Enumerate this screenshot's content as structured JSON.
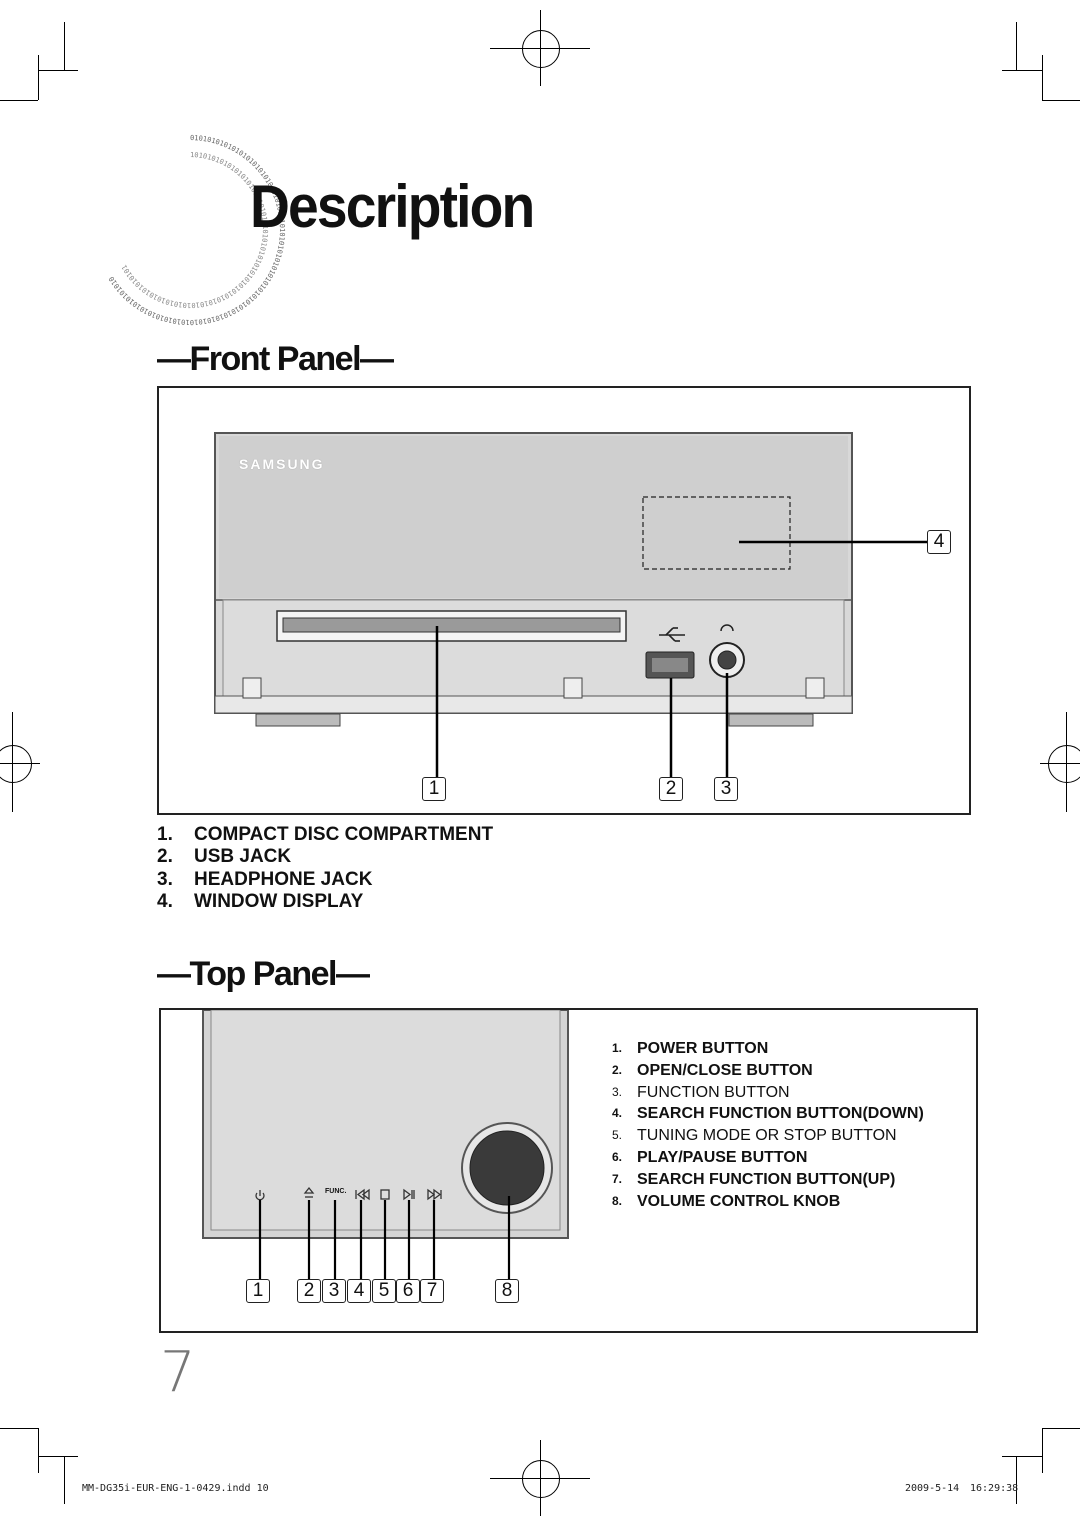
{
  "page": {
    "title": "Description",
    "page_number": "7"
  },
  "front_panel": {
    "heading": "—Front Panel—",
    "brand": "SAMSUNG",
    "callouts": [
      "1",
      "2",
      "3",
      "4"
    ],
    "legend": [
      {
        "num": "1.",
        "label": "COMPACT DISC COMPARTMENT"
      },
      {
        "num": "2.",
        "label": "USB JACK"
      },
      {
        "num": "3.",
        "label": "HEADPHONE JACK"
      },
      {
        "num": "4.",
        "label": "WINDOW DISPLAY"
      }
    ]
  },
  "top_panel": {
    "heading": "—Top Panel—",
    "func_label": "FUNC.",
    "callouts": [
      "1",
      "2",
      "3",
      "4",
      "5",
      "6",
      "7",
      "8"
    ],
    "legend": [
      {
        "num": "1.",
        "label": "POWER BUTTON",
        "bold": true
      },
      {
        "num": "2.",
        "label": "OPEN/CLOSE BUTTON",
        "bold": true
      },
      {
        "num": "3.",
        "label": "FUNCTION BUTTON",
        "bold": false
      },
      {
        "num": "4.",
        "label": "SEARCH FUNCTION BUTTON(DOWN)",
        "bold": true
      },
      {
        "num": "5.",
        "label": "TUNING MODE OR STOP BUTTON",
        "bold": false
      },
      {
        "num": "6.",
        "label": "PLAY/PAUSE BUTTON",
        "bold": true
      },
      {
        "num": "7.",
        "label": "SEARCH FUNCTION BUTTON(UP)",
        "bold": true
      },
      {
        "num": "8.",
        "label": "VOLUME CONTROL KNOB",
        "bold": true
      }
    ]
  },
  "footer": {
    "file": "MM-DG35i-EUR-ENG-1-0429.indd   10",
    "date": "2009-5-14",
    "time": "16:29:38"
  },
  "colors": {
    "device_face": "#d6d6d6",
    "device_edge": "#9a9a9a",
    "knob": "#3a3a3a"
  }
}
